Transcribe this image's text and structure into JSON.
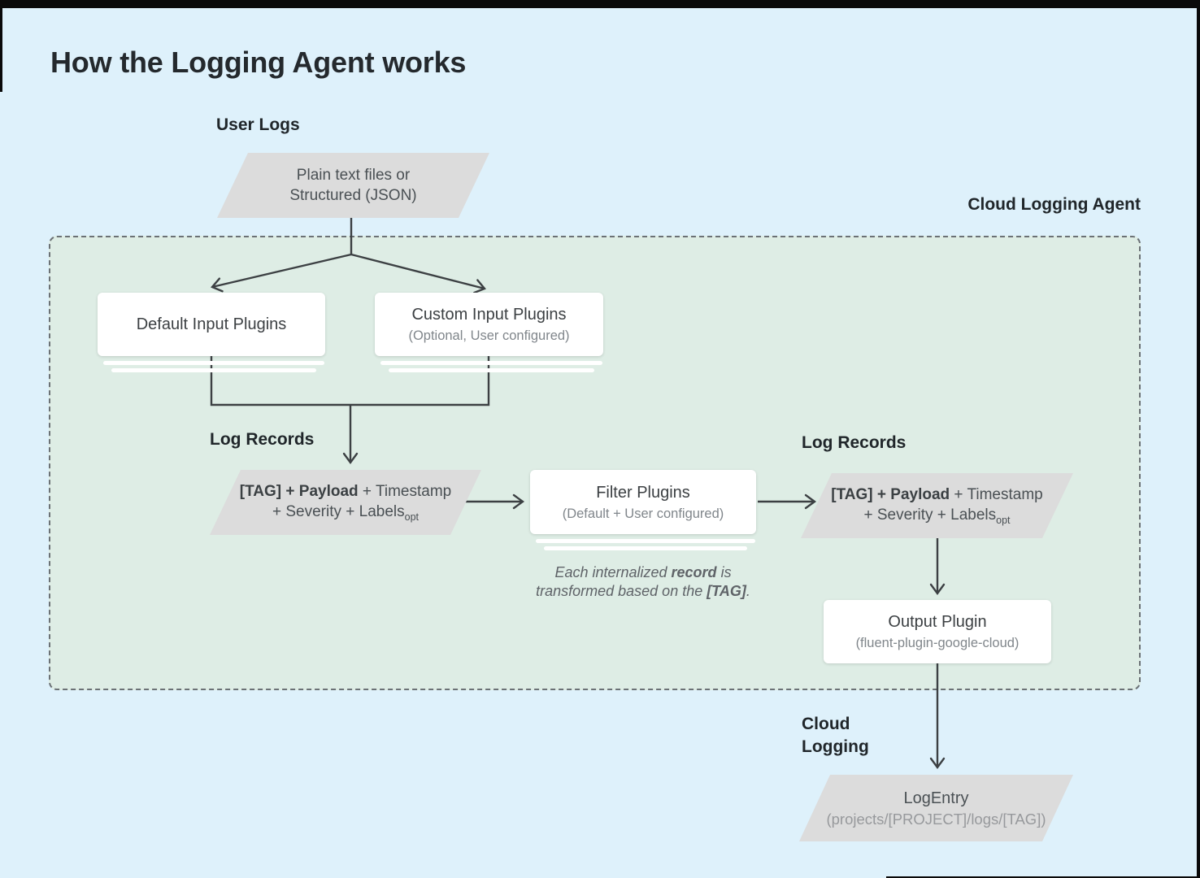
{
  "title": "How the Logging Agent works",
  "labels": {
    "user_logs": "User Logs",
    "cloud_logging_agent": "Cloud Logging Agent",
    "log_records_left": "Log Records",
    "log_records_right": "Log Records",
    "cloud_logging": "Cloud Logging"
  },
  "nodes": {
    "user_logs_shape": {
      "line1": "Plain text files or",
      "line2": "Structured (JSON)"
    },
    "default_input_plugins": {
      "title": "Default Input Plugins"
    },
    "custom_input_plugins": {
      "title": "Custom Input Plugins",
      "subtitle": "(Optional, User configured)"
    },
    "log_record_left": {
      "bold": "[TAG] + Payload",
      "regular": " + Timestamp",
      "line2": "+ Severity + Labels",
      "subscript": "opt"
    },
    "filter_plugins": {
      "title": "Filter Plugins",
      "subtitle": "(Default + User configured)"
    },
    "log_record_right": {
      "bold": "[TAG] + Payload",
      "regular": " + Timestamp",
      "line2": "+ Severity + Labels",
      "subscript": "opt"
    },
    "output_plugin": {
      "title": "Output Plugin",
      "subtitle": "(fluent-plugin-google-cloud)"
    },
    "log_entry": {
      "title": "LogEntry",
      "subtitle": "(projects/[PROJECT]/logs/[TAG])"
    }
  },
  "note": {
    "l1a": "Each internalized ",
    "l1b": "record",
    "l1c": " is",
    "l2a": "transformed based on the ",
    "l2b": "[TAG]",
    "l2c": "."
  },
  "colors": {
    "background": "#def1fb",
    "agent_container": "#deede5",
    "shape_gray": "#dcdcdc",
    "wire": "#3c4043"
  }
}
